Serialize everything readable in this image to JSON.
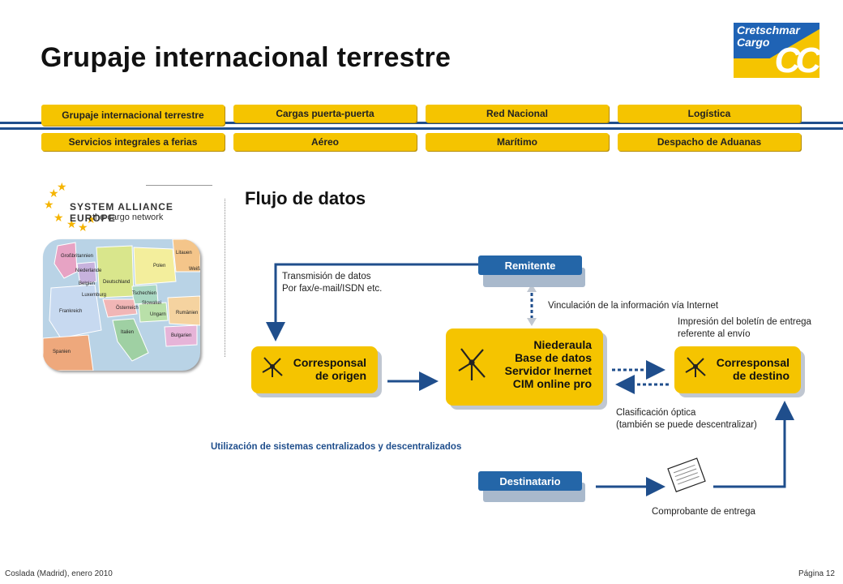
{
  "header": {
    "title": "Grupaje internacional terrestre",
    "logo_line1": "Cretschmar",
    "logo_line2": "Cargo",
    "logo_mark": "CC"
  },
  "nav": {
    "row1": [
      "Grupaje internacional terrestre",
      "Cargas puerta-puerta",
      "Red Nacional",
      "Logística"
    ],
    "row2": [
      "Servicios integrales a ferias",
      "Aéreo",
      "Marítimo",
      "Despacho de Aduanas"
    ]
  },
  "alliance": {
    "line1": "SYSTEM ALLIANCE EUROPE",
    "line2": "the cargo network",
    "countries": [
      "Großbritannien",
      "Niederlande",
      "Belgien",
      "Luxemburg",
      "Frankreich",
      "Deutschland",
      "Tschechien",
      "Polen",
      "Litauen",
      "Weiß",
      "Slowakei",
      "Österreich",
      "Ungarn",
      "Rumänien",
      "Italien",
      "Bulgarien",
      "Spanien"
    ]
  },
  "diagram": {
    "title": "Flujo de datos",
    "remitente": "Remitente",
    "destinatario": "Destinatario",
    "origen_line1": "Corresponsal",
    "origen_line2": "de origen",
    "central_line1": "Niederaula",
    "central_line2": "Base de datos",
    "central_line3": "Servidor Inernet",
    "central_line4": "CIM online pro",
    "destino_line1": "Corresponsal",
    "destino_line2": "de destino",
    "note_transmision_1": "Transmisión de datos",
    "note_transmision_2": "Por fax/e-mail/ISDN etc.",
    "note_vinculacion": "Vinculación de la información vía Internet",
    "note_impresion_1": "Impresión  del boletín de entrega",
    "note_impresion_2": "referente al envío",
    "note_clasificacion_1": "Clasificación óptica",
    "note_clasificacion_2": "(también se puede descentralizar)",
    "note_utilizacion": "Utilización de sistemas centralizados y descentralizados",
    "note_comprobante": "Comprobante de entrega"
  },
  "footer": {
    "left": "Coslada (Madrid), enero 2010",
    "right": "Página 12"
  },
  "colors": {
    "accent_yellow": "#f5c400",
    "accent_blue": "#1f4e8c",
    "pill_blue": "#2466a8"
  }
}
